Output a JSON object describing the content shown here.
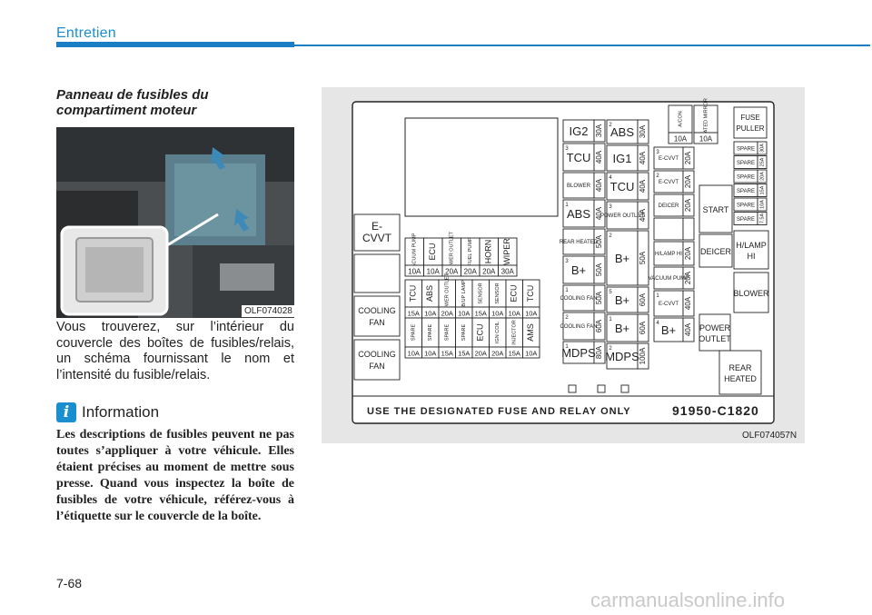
{
  "header": {
    "section": "Entretien"
  },
  "left": {
    "title": "Panneau de fusibles du compartiment moteur",
    "photo_caption": "OLF074028",
    "body": "Vous trouverez, sur l’intérieur du couvercle des boîtes de fusibles/relais, un schéma fournissant le nom et l’intensité du fusible/relais.",
    "info_icon": "i",
    "info_label": "Information",
    "info_text": "Les descriptions de fusibles peuvent ne pas toutes s’appliquer à votre véhicule. Elles étaient précises au moment de mettre sous presse. Quand vous inspectez la boîte de fusibles de votre véhicule, référez-vous à l’étiquette sur le couvercle de la boîte."
  },
  "diagram": {
    "caption": "OLF074057N",
    "footer": "USE THE DESIGNATED FUSE AND RELAY ONLY",
    "part_no": "91950-C1820",
    "left_relays": [
      {
        "label1": "E-",
        "label2": "CVVT"
      },
      {
        "label1": "",
        "label2": ""
      },
      {
        "label1": "COOLING",
        "label2": "FAN"
      },
      {
        "label1": "COOLING",
        "label2": "FAN"
      }
    ],
    "upper_fuses": [
      {
        "name": "VACUUM PUMP",
        "amp": "10A"
      },
      {
        "name": "ECU",
        "amp": "10A"
      },
      {
        "name": "POWER OUTLET",
        "amp": "20A"
      },
      {
        "name": "FUEL PUMP",
        "amp": "20A"
      },
      {
        "name": "HORN",
        "amp": "20A"
      },
      {
        "name": "WIPER",
        "amp": "30A"
      }
    ],
    "lower_fuses_row1": [
      {
        "name": "TCU",
        "amp": "15A"
      },
      {
        "name": "ABS",
        "amp": "10A"
      },
      {
        "name": "POWER OUTLET",
        "amp": "20A"
      },
      {
        "name": "B/UP LAMP",
        "amp": "10A"
      },
      {
        "name": "SENSOR",
        "amp": "15A"
      },
      {
        "name": "SENSOR",
        "amp": "10A"
      },
      {
        "name": "ECU",
        "amp": "10A"
      },
      {
        "name": "TCU",
        "amp": "10A"
      }
    ],
    "lower_fuses_row2": [
      {
        "name": "SPARE",
        "amp": "10A"
      },
      {
        "name": "SPARE",
        "amp": "10A"
      },
      {
        "name": "SPARE",
        "amp": "15A"
      },
      {
        "name": "SPARE",
        "amp": "15A"
      },
      {
        "name": "ECU",
        "amp": "20A"
      },
      {
        "name": "IGN COIL",
        "amp": "20A"
      },
      {
        "name": "INJECTOR",
        "amp": "15A"
      },
      {
        "name": "AMS",
        "amp": "10A"
      }
    ],
    "mid_col1": [
      {
        "num": "",
        "name": "IG2",
        "amp": "30A"
      },
      {
        "num": "3",
        "name": "TCU",
        "amp": "40A"
      },
      {
        "num": "",
        "name": "BLOWER",
        "amp": "40A"
      },
      {
        "num": "1",
        "name": "ABS",
        "amp": "40A"
      },
      {
        "num": "",
        "name": "REAR HEATED",
        "amp": "50A"
      },
      {
        "num": "3",
        "name": "B+",
        "amp": "50A"
      },
      {
        "num": "1",
        "name": "COOLING FAN",
        "amp": "50A"
      },
      {
        "num": "2",
        "name": "COOLING FAN",
        "amp": "60A"
      },
      {
        "num": "1",
        "name": "MDPS",
        "amp": "80A"
      }
    ],
    "mid_col2": [
      {
        "num": "2",
        "name": "ABS",
        "amp": "30A"
      },
      {
        "num": "",
        "name": "IG1",
        "amp": "40A"
      },
      {
        "num": "4",
        "name": "TCU",
        "amp": "40A"
      },
      {
        "num": "3",
        "name": "POWER OUTLET",
        "amp": "40A"
      },
      {
        "num": "2",
        "name": "B+",
        "amp": "50A"
      },
      {
        "num": "5",
        "name": "B+",
        "amp": "60A"
      },
      {
        "num": "1",
        "name": "B+",
        "amp": "60A"
      },
      {
        "num": "2",
        "name": "MDPS",
        "amp": "100A"
      }
    ],
    "right_col": [
      {
        "num": "3",
        "name": "E-CVVT",
        "amp": "20A"
      },
      {
        "num": "2",
        "name": "E-CVVT",
        "amp": "20A"
      },
      {
        "num": "",
        "name": "DEICER",
        "amp": "20A"
      },
      {
        "num": "",
        "name": "",
        "amp": ""
      },
      {
        "num": "",
        "name": "H/LAMP HI",
        "amp": "20A"
      },
      {
        "num": "",
        "name": "VACUUM PUMP",
        "amp": "20A"
      },
      {
        "num": "1",
        "name": "E-CVVT",
        "amp": "40A"
      },
      {
        "num": "4",
        "name": "B+",
        "amp": "40A"
      }
    ],
    "top_small": [
      {
        "name": "A/CON",
        "amp": "10A"
      },
      {
        "name": "HEATED MIRROR",
        "amp": "10A"
      }
    ],
    "fuse_puller": "FUSE PULLER",
    "spares": [
      {
        "name": "SPARE",
        "amp": "30A"
      },
      {
        "name": "SPARE",
        "amp": "25A"
      },
      {
        "name": "SPARE",
        "amp": "20A"
      },
      {
        "name": "SPARE",
        "amp": "15A"
      },
      {
        "name": "SPARE",
        "amp": "10A"
      },
      {
        "name": "SPARE",
        "amp": "7.5A"
      }
    ],
    "relays_right": [
      {
        "label": "START"
      },
      {
        "label": "DEICER"
      },
      {
        "label": "H/LAMP HI"
      },
      {
        "label": "BLOWER"
      },
      {
        "label": "POWER OUTLET"
      },
      {
        "label": "REAR HEATED"
      }
    ]
  },
  "footer": {
    "page": "7-68",
    "watermark": "carmanualsonline.info"
  }
}
